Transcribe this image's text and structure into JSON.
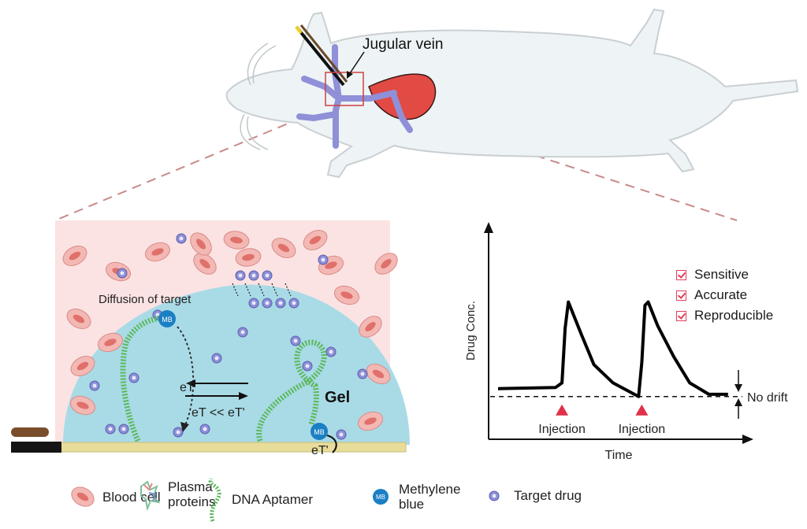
{
  "top": {
    "jugular_label": "Jugular vein"
  },
  "sensor": {
    "diffusion_label": "Diffusion of target",
    "gel_label": "Gel",
    "et_label": "eT",
    "et_compare_label": "eT << eT'",
    "et_prime_label": "eT'",
    "mb_label": "MB"
  },
  "chart_data": {
    "type": "line",
    "title": "",
    "xlabel": "Time",
    "ylabel": "Drug Conc.",
    "x_ticks": [],
    "y_ticks": [],
    "grid": false,
    "baseline_label": "No drift",
    "series": [
      {
        "name": "Drug concentration",
        "x": [
          0,
          18,
          20,
          21,
          22,
          26,
          30,
          36,
          44,
          45,
          46,
          47,
          50,
          55,
          60,
          66,
          72
        ],
        "y": [
          0.07,
          0.08,
          0.12,
          0.6,
          0.83,
          0.55,
          0.28,
          0.12,
          0.0,
          0.3,
          0.8,
          0.83,
          0.62,
          0.35,
          0.12,
          0.02,
          0.02
        ]
      }
    ],
    "annotations": [
      {
        "label": "Injection",
        "x": 20,
        "marker": "triangle"
      },
      {
        "label": "Injection",
        "x": 45,
        "marker": "triangle"
      }
    ],
    "xlim": [
      0,
      76
    ],
    "ylim": [
      -0.25,
      1.2
    ],
    "checklist": [
      "Sensitive",
      "Accurate",
      "Reproducible"
    ]
  },
  "legend": {
    "items": [
      {
        "icon": "blood-cell-icon",
        "label": "Blood cell"
      },
      {
        "icon": "plasma-protein-icon",
        "label": "Plasma\nproteins"
      },
      {
        "icon": "dna-aptamer-icon",
        "label": "DNA Aptamer"
      },
      {
        "icon": "methylene-blue-icon",
        "label": "Methylene\nblue"
      },
      {
        "icon": "target-drug-icon",
        "label": "Target drug"
      }
    ]
  },
  "colors": {
    "blood_bg": "#fbe3e3",
    "gel": "#a9dbe6",
    "vein": "#8f90d8",
    "heart": "#e24a44",
    "rat_body": "#eef4f6",
    "drug": "#8c8fd6",
    "mb": "#1b7fc4",
    "aptamer": "#5cb85c",
    "injection": "#e0304a",
    "check": "#e0405a"
  }
}
